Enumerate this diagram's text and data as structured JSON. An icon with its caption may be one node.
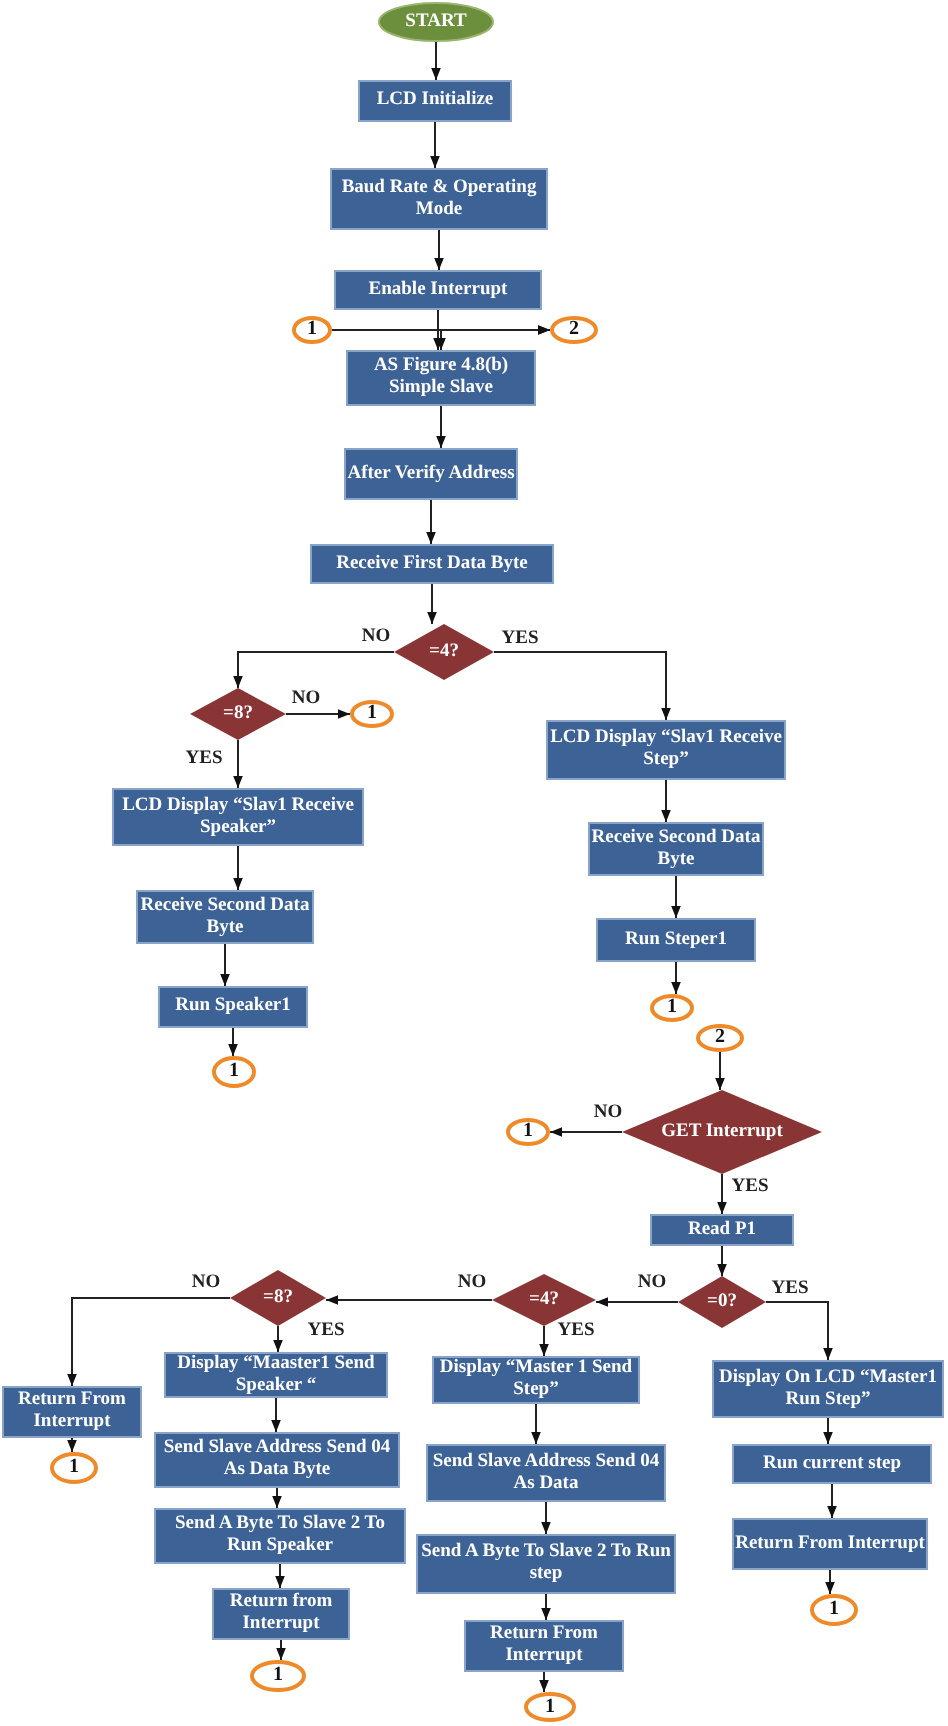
{
  "diagram": {
    "nodes": [
      {
        "text": [
          "START"
        ]
      },
      {
        "text": [
          "LCD Initialize"
        ]
      },
      {
        "text": [
          "Baud Rate & Operating Mode"
        ]
      },
      {
        "text": [
          "Enable Interrupt"
        ]
      },
      {
        "text": [
          "1"
        ]
      },
      {
        "text": [
          "AS Figure 4.8(b) Simple Slave"
        ]
      },
      {
        "text": [
          "2"
        ]
      },
      {
        "text": [
          "After Verify Address"
        ]
      },
      {
        "text": [
          "Receive First Data Byte"
        ]
      },
      {
        "text": [
          "=4?"
        ]
      },
      {
        "text": [
          "=8?"
        ]
      },
      {
        "text": [
          "1"
        ]
      },
      {
        "text": [
          "LCD Display “Slav1 Receive Speaker”"
        ]
      },
      {
        "text": [
          "Receive Second Data Byte"
        ]
      },
      {
        "text": [
          "Run Speaker1"
        ]
      },
      {
        "text": [
          "1"
        ]
      },
      {
        "text": [
          "LCD Display “Slav1 Receive Step”"
        ]
      },
      {
        "text": [
          "Receive Second Data Byte"
        ]
      },
      {
        "text": [
          "Run Steper1"
        ]
      },
      {
        "text": [
          "1"
        ]
      },
      {
        "text": [
          "2"
        ]
      },
      {
        "text": [
          "GET Interrupt"
        ]
      },
      {
        "text": [
          "1"
        ]
      },
      {
        "text": [
          "Read P1"
        ]
      },
      {
        "text": [
          "=0?"
        ]
      },
      {
        "text": [
          "=4?"
        ]
      },
      {
        "text": [
          "=8?"
        ]
      },
      {
        "text": [
          "Return From Interrupt"
        ]
      },
      {
        "text": [
          "1"
        ]
      },
      {
        "text": [
          "Display “Maaster1 Send Speaker “"
        ]
      },
      {
        "text": [
          "Send Slave Address Send 04 As Data Byte"
        ]
      },
      {
        "text": [
          "Send A Byte To Slave 2 To Run Speaker"
        ]
      },
      {
        "text": [
          "Return from Interrupt"
        ]
      },
      {
        "text": [
          "1"
        ]
      },
      {
        "text": [
          "Display “Master 1 Send Step”"
        ]
      },
      {
        "text": [
          "Send Slave Address Send 04 As Data"
        ]
      },
      {
        "text": [
          "Send A Byte To Slave 2 To Run step"
        ]
      },
      {
        "text": [
          "Return From Interrupt"
        ]
      },
      {
        "text": [
          "1"
        ]
      },
      {
        "text": [
          "Display On LCD “Master1 Run Step”"
        ]
      },
      {
        "text": [
          "Run current step"
        ]
      },
      {
        "text": [
          "Return From Interrupt"
        ]
      },
      {
        "text": [
          "1"
        ]
      }
    ],
    "edges": [
      {
        "from": 0,
        "to": 1,
        "arrow": "to"
      },
      {
        "from": 1,
        "to": 2,
        "arrow": "to"
      },
      {
        "from": 2,
        "to": 3,
        "arrow": "to"
      },
      {
        "from": 3,
        "to": 5,
        "arrow": "to"
      },
      {
        "from": 3,
        "to": 6,
        "arrow": "to"
      },
      {
        "from": 4,
        "to": 5,
        "arrow": "to"
      },
      {
        "from": 4,
        "to": 6,
        "arrow": "to"
      },
      {
        "from": 5,
        "to": 7,
        "arrow": "to"
      },
      {
        "from": 7,
        "to": 8,
        "arrow": "to"
      },
      {
        "from": 8,
        "to": 9,
        "arrow": "to"
      },
      {
        "from": 9,
        "to": 10,
        "arrow": "to",
        "label": "NO"
      },
      {
        "from": 9,
        "to": 16,
        "arrow": "to",
        "label": "YES"
      },
      {
        "from": 10,
        "to": 11,
        "arrow": "to",
        "label": "NO"
      },
      {
        "from": 10,
        "to": 12,
        "arrow": "to",
        "label": "YES"
      },
      {
        "from": 12,
        "to": 13,
        "arrow": "to"
      },
      {
        "from": 13,
        "to": 14,
        "arrow": "to"
      },
      {
        "from": 14,
        "to": 15,
        "arrow": "to"
      },
      {
        "from": 16,
        "to": 17,
        "arrow": "to"
      },
      {
        "from": 17,
        "to": 18,
        "arrow": "to"
      },
      {
        "from": 18,
        "to": 19,
        "arrow": "to"
      },
      {
        "from": 20,
        "to": 21,
        "arrow": "to"
      },
      {
        "from": 21,
        "to": 22,
        "arrow": "to",
        "label": "NO"
      },
      {
        "from": 21,
        "to": 23,
        "arrow": "to",
        "label": "YES"
      },
      {
        "from": 23,
        "to": 24,
        "arrow": "to"
      },
      {
        "from": 24,
        "to": 25,
        "arrow": "to",
        "label": "NO"
      },
      {
        "from": 24,
        "to": 39,
        "arrow": "to",
        "label": "YES"
      },
      {
        "from": 25,
        "to": 26,
        "arrow": "to",
        "label": "NO"
      },
      {
        "from": 25,
        "to": 34,
        "arrow": "to",
        "label": "YES"
      },
      {
        "from": 26,
        "to": 27,
        "arrow": "to",
        "label": "NO"
      },
      {
        "from": 26,
        "to": 29,
        "arrow": "to",
        "label": "YES"
      },
      {
        "from": 27,
        "to": 28,
        "arrow": "to"
      },
      {
        "from": 29,
        "to": 30,
        "arrow": "to"
      },
      {
        "from": 30,
        "to": 31,
        "arrow": "to"
      },
      {
        "from": 31,
        "to": 32,
        "arrow": "to"
      },
      {
        "from": 32,
        "to": 33,
        "arrow": "to"
      },
      {
        "from": 34,
        "to": 35,
        "arrow": "to"
      },
      {
        "from": 35,
        "to": 36,
        "arrow": "to"
      },
      {
        "from": 36,
        "to": 37,
        "arrow": "to"
      },
      {
        "from": 37,
        "to": 38,
        "arrow": "to"
      },
      {
        "from": 39,
        "to": 40,
        "arrow": "to"
      },
      {
        "from": 40,
        "to": 41,
        "arrow": "to"
      },
      {
        "from": 41,
        "to": 42,
        "arrow": "to"
      }
    ]
  }
}
